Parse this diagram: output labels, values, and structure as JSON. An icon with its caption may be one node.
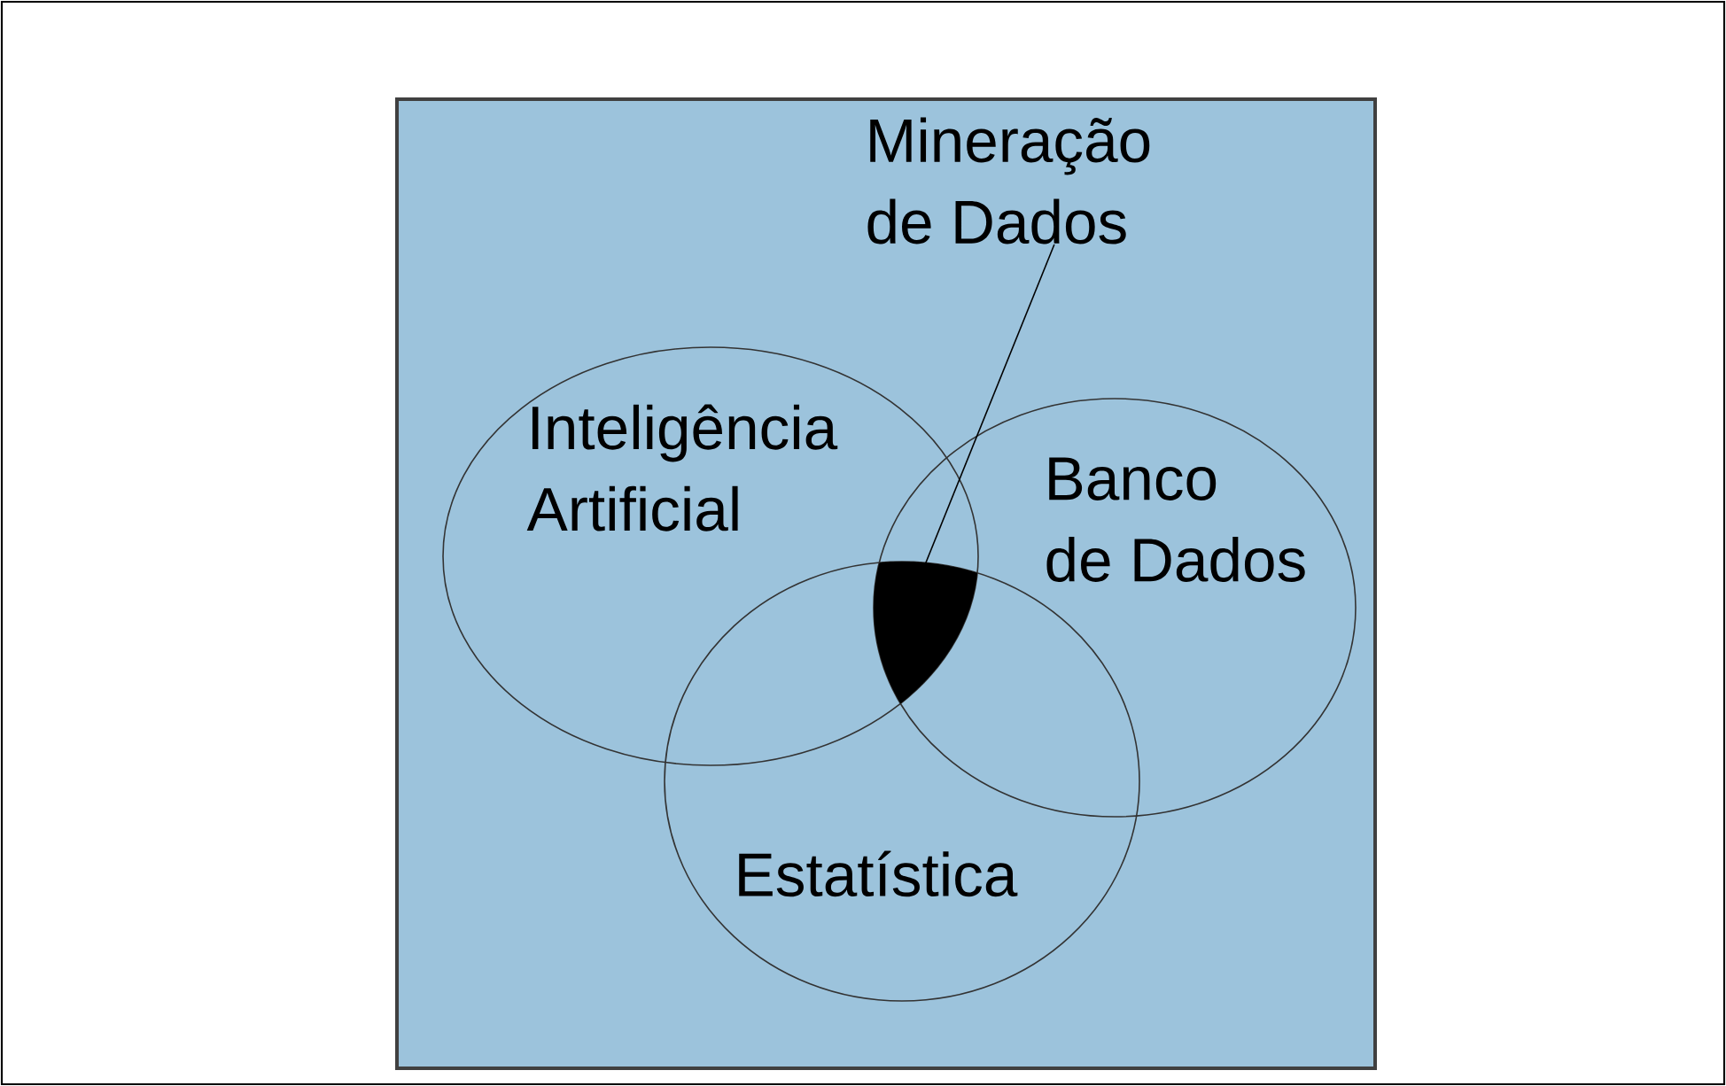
{
  "diagram": {
    "nodes": [
      {
        "text": [
          "Mineração de Dados"
        ]
      },
      {
        "text": [
          "Inteligência Artificial"
        ]
      },
      {
        "text": [
          "Banco de Dados"
        ]
      },
      {
        "text": [
          "Estatística"
        ]
      },
      {
        "text": [],
        "shape": "region"
      }
    ],
    "edges": [
      {
        "from": 0,
        "to": 4,
        "arrow": "none"
      }
    ]
  }
}
